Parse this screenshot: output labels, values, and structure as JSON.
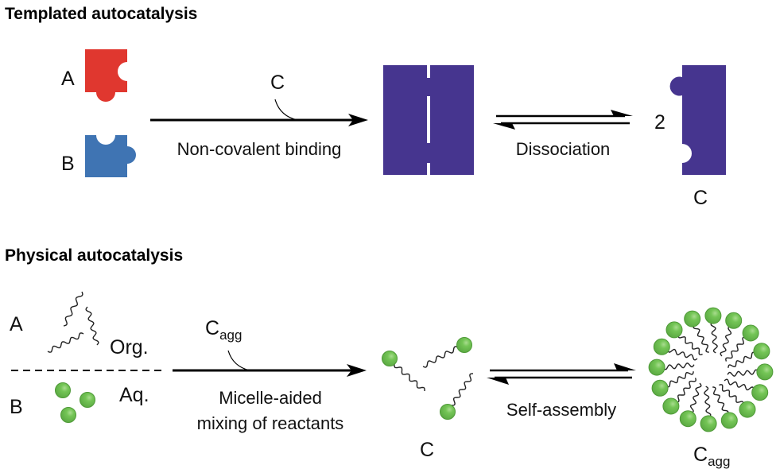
{
  "colors": {
    "piece_a": "#e0372f",
    "piece_b": "#3f74b3",
    "piece_c": "#46358f",
    "ball": "#6abf4b",
    "ball_edge": "#4e9a37",
    "ball_highlight": "#a9dc8f"
  },
  "panels": [
    {
      "title": "Templated autocatalysis",
      "reactant_a_label": "A",
      "reactant_b_label": "B",
      "catalyst_label": "C",
      "step1_label": "Non-covalent binding",
      "step2_label": "Dissociation",
      "product_coefficient": "2",
      "product_label": "C"
    },
    {
      "title": "Physical autocatalysis",
      "reactant_a_label": "A",
      "reactant_b_label": "B",
      "phase_org_label": "Org.",
      "phase_aq_label": "Aq.",
      "catalyst_label_main": "C",
      "catalyst_label_sub": "agg",
      "step1_label_line1": "Micelle-aided",
      "step1_label_line2": "mixing of reactants",
      "step2_label": "Self-assembly",
      "monomer_label": "C",
      "aggregate_label_main": "C",
      "aggregate_label_sub": "agg",
      "micelle_surfactant_count": 16
    }
  ]
}
